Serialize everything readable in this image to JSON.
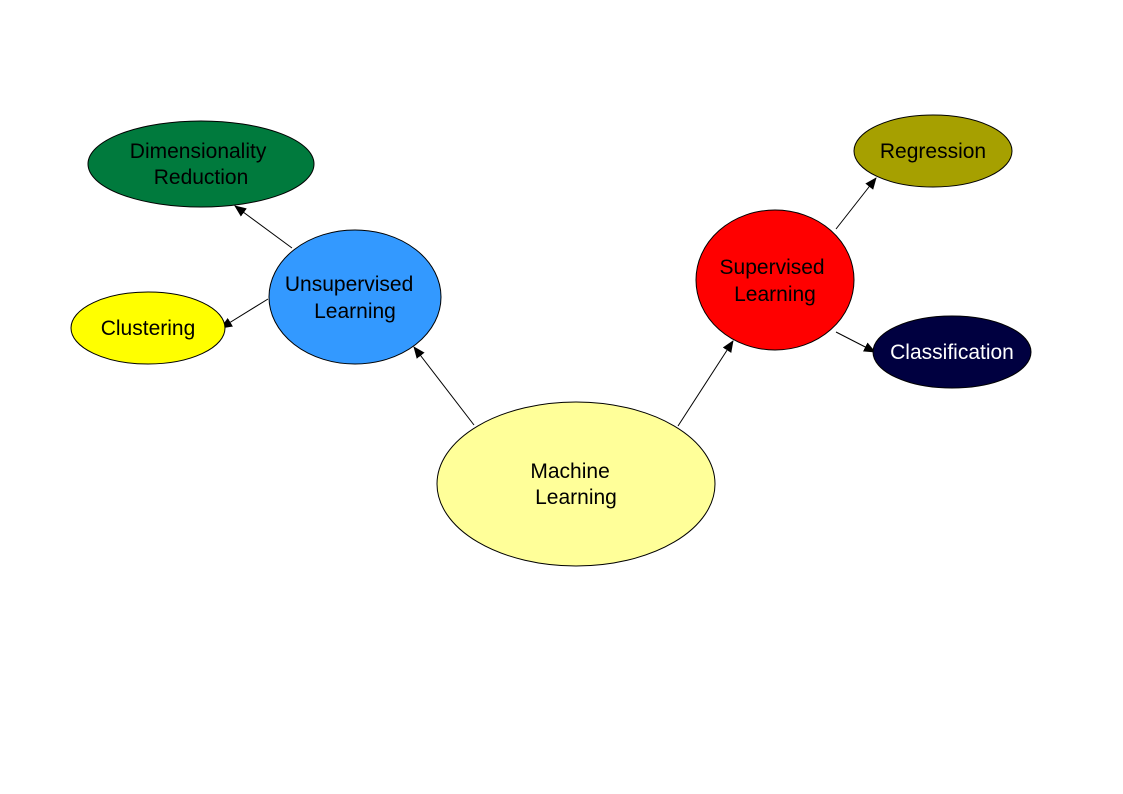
{
  "diagram": {
    "nodes": {
      "ml": {
        "lines": [
          "Machine",
          "Learning"
        ],
        "fill": "#ffff99",
        "text_color": "#000000"
      },
      "unsupervised": {
        "lines": [
          "Unsupervised",
          "Learning"
        ],
        "fill": "#3399ff",
        "text_color": "#000000"
      },
      "supervised": {
        "lines": [
          "Supervised",
          "Learning"
        ],
        "fill": "#ff0000",
        "text_color": "#000000"
      },
      "dimred": {
        "lines": [
          "Dimensionality",
          "Reduction"
        ],
        "fill": "#007a3d",
        "text_color": "#000000"
      },
      "clustering": {
        "lines": [
          "Clustering"
        ],
        "fill": "#ffff00",
        "text_color": "#000000"
      },
      "regression": {
        "lines": [
          "Regression"
        ],
        "fill": "#a6a000",
        "text_color": "#000000"
      },
      "classification": {
        "lines": [
          "Classification"
        ],
        "fill": "#000040",
        "text_color": "#ffffff"
      }
    },
    "edges": [
      {
        "from": "ml",
        "to": "unsupervised"
      },
      {
        "from": "ml",
        "to": "supervised"
      },
      {
        "from": "unsupervised",
        "to": "dimred"
      },
      {
        "from": "unsupervised",
        "to": "clustering"
      },
      {
        "from": "supervised",
        "to": "regression"
      },
      {
        "from": "supervised",
        "to": "classification"
      }
    ]
  }
}
